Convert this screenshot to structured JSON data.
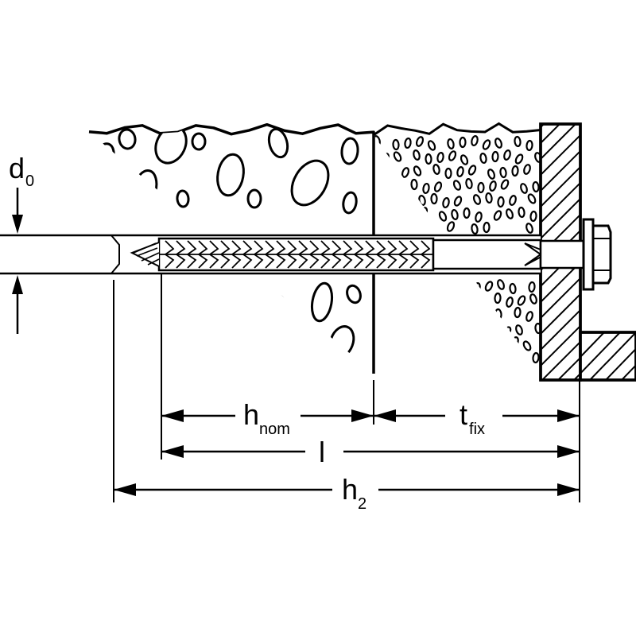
{
  "dimensions": {
    "diameter": {
      "symbol": "d",
      "subscript": "0"
    },
    "nominal_embedment": {
      "symbol": "h",
      "subscript": "nom"
    },
    "fixture_thickness": {
      "symbol": "t",
      "subscript": "fix"
    },
    "anchor_length": {
      "symbol": "l",
      "subscript": ""
    },
    "drill_hole_depth": {
      "symbol": "h",
      "subscript": "2"
    }
  },
  "colors": {
    "line": "#000000",
    "background": "#ffffff",
    "fill": "#ffffff"
  }
}
